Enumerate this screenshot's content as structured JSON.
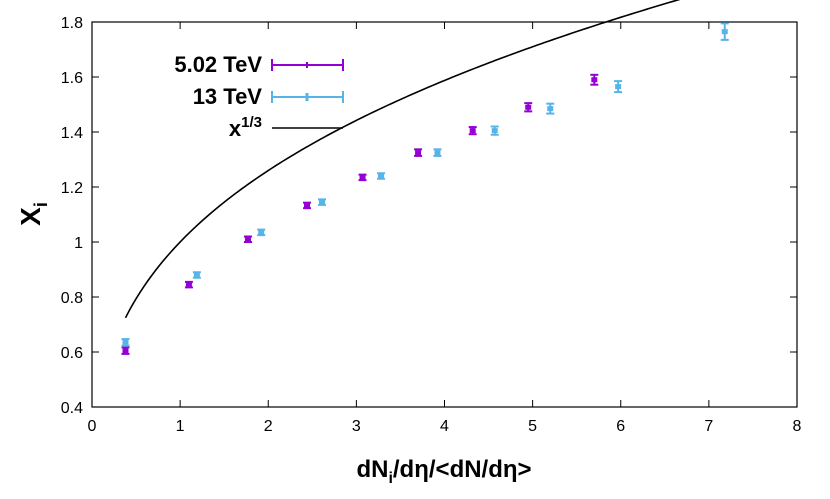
{
  "chart_data": {
    "type": "scatter",
    "title": "",
    "xlabel": {
      "main": "dN",
      "sub": "i",
      "rest": "/dη/<dN/dη>"
    },
    "ylabel": {
      "main": "X",
      "sub": "i"
    },
    "xlim": [
      0,
      8
    ],
    "ylim": [
      0.4,
      1.8
    ],
    "xticks": [
      0,
      1,
      2,
      3,
      4,
      5,
      6,
      7,
      8
    ],
    "yticks": [
      0.4,
      0.6,
      0.8,
      1.0,
      1.2,
      1.4,
      1.6,
      1.8
    ],
    "xtick_labels": [
      "0",
      "1",
      "2",
      "3",
      "4",
      "5",
      "6",
      "7",
      "8"
    ],
    "ytick_labels": [
      "0.4",
      "0.6",
      "0.8",
      "1",
      "1.2",
      "1.4",
      "1.6",
      "1.8"
    ],
    "grid": false,
    "legend_position": "top-left",
    "series": [
      {
        "name": "5.02 TeV",
        "color": "#9400d3",
        "marker": "errorbar",
        "x": [
          0.38,
          1.1,
          1.77,
          2.44,
          3.07,
          3.7,
          4.32,
          4.95,
          5.7
        ],
        "y": [
          0.605,
          0.845,
          1.01,
          1.133,
          1.235,
          1.325,
          1.405,
          1.49,
          1.59
        ],
        "yerr": [
          0.012,
          0.01,
          0.01,
          0.01,
          0.01,
          0.012,
          0.013,
          0.015,
          0.018
        ]
      },
      {
        "name": "13 TeV",
        "color": "#56b4e9",
        "marker": "errorbar",
        "x": [
          0.38,
          1.19,
          1.92,
          2.61,
          3.28,
          3.92,
          4.57,
          5.2,
          5.97,
          7.18
        ],
        "y": [
          0.635,
          0.88,
          1.035,
          1.145,
          1.24,
          1.325,
          1.405,
          1.485,
          1.565,
          1.765
        ],
        "yerr": [
          0.012,
          0.01,
          0.01,
          0.01,
          0.01,
          0.012,
          0.015,
          0.018,
          0.02,
          0.03
        ]
      },
      {
        "name_main": "x",
        "name_sup": "1/3",
        "color": "#000000",
        "type": "function",
        "function": "x^(1/3)",
        "x_range": [
          0.38,
          7.18
        ]
      }
    ]
  }
}
